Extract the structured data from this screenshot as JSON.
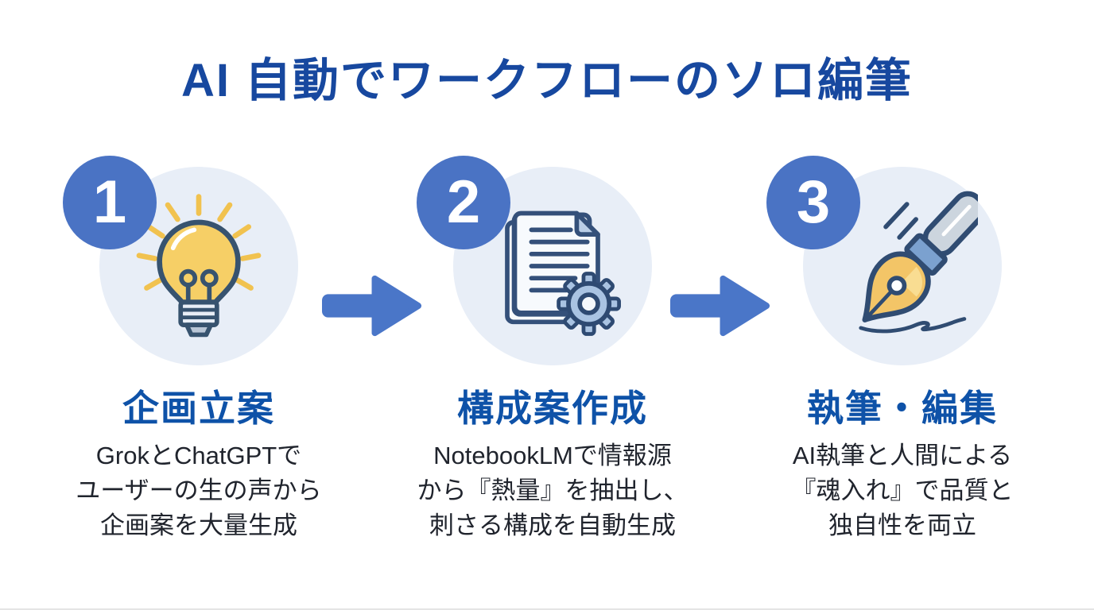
{
  "title": {
    "text": "AI 自動でワークフローのソロ編筆"
  },
  "steps": [
    {
      "number": "1",
      "icon": "lightbulb-icon",
      "heading": "企画立案",
      "desc_lines": [
        "GrokとChatGPTで",
        "ユーザーの生の声から",
        "企画案を大量生成"
      ]
    },
    {
      "number": "2",
      "icon": "documents-gear-icon",
      "heading": "構成案作成",
      "desc_lines": [
        "NotebookLMで情報源",
        "から『熱量』を抽出し、",
        "刺さる構成を自動生成"
      ]
    },
    {
      "number": "3",
      "icon": "fountain-pen-icon",
      "heading": "執筆・編集",
      "desc_lines": [
        "AI執筆と人間による",
        "『魂入れ』で品質と",
        "独自性を両立"
      ]
    }
  ],
  "arrows": {
    "count": 2,
    "direction": "right"
  },
  "palette": {
    "title_blue": "#17489f",
    "heading_blue": "#0e52a8",
    "badge_blue": "#4a73c4",
    "arrow_blue": "#4a76c8",
    "icon_bg": "#e8eef7",
    "body_text": "#20242d",
    "outline_navy": "#34507a",
    "bulb_yellow": "#f6cf66",
    "ray_yellow": "#f1c24f",
    "gear_fill": "#a9c3e2",
    "pen_barrel": "#ccd5de",
    "pen_band": "#7ba1cf",
    "nib_gold": "#f3c567"
  }
}
